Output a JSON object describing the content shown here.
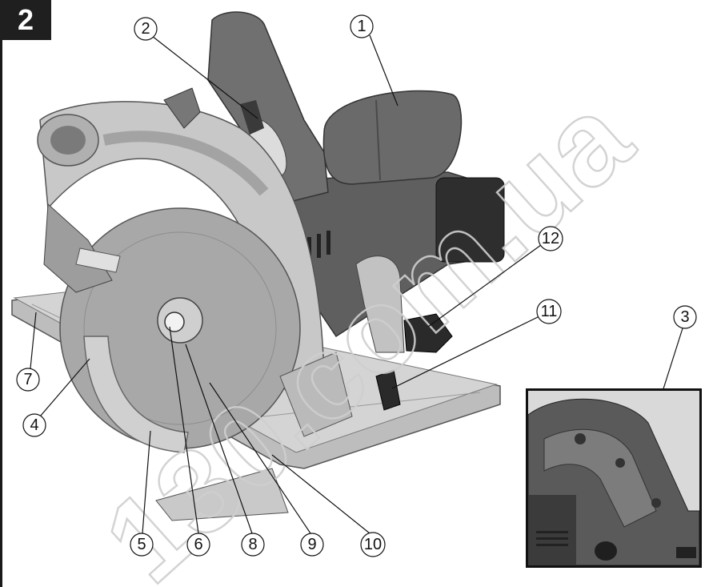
{
  "figure": {
    "number": "2"
  },
  "watermark": {
    "text": "130.com.ua"
  },
  "callouts": [
    {
      "id": "1",
      "label": "1"
    },
    {
      "id": "2",
      "label": "2"
    },
    {
      "id": "3",
      "label": "3"
    },
    {
      "id": "4",
      "label": "4"
    },
    {
      "id": "5",
      "label": "5"
    },
    {
      "id": "6",
      "label": "6"
    },
    {
      "id": "7",
      "label": "7"
    },
    {
      "id": "8",
      "label": "8"
    },
    {
      "id": "9",
      "label": "9"
    },
    {
      "id": "10",
      "label": "10"
    },
    {
      "id": "11",
      "label": "11"
    },
    {
      "id": "12",
      "label": "12"
    }
  ],
  "colors": {
    "badge": "#1f1f1f",
    "watermark": "#cfcfcf",
    "body_gray": "#6b6b6b"
  }
}
